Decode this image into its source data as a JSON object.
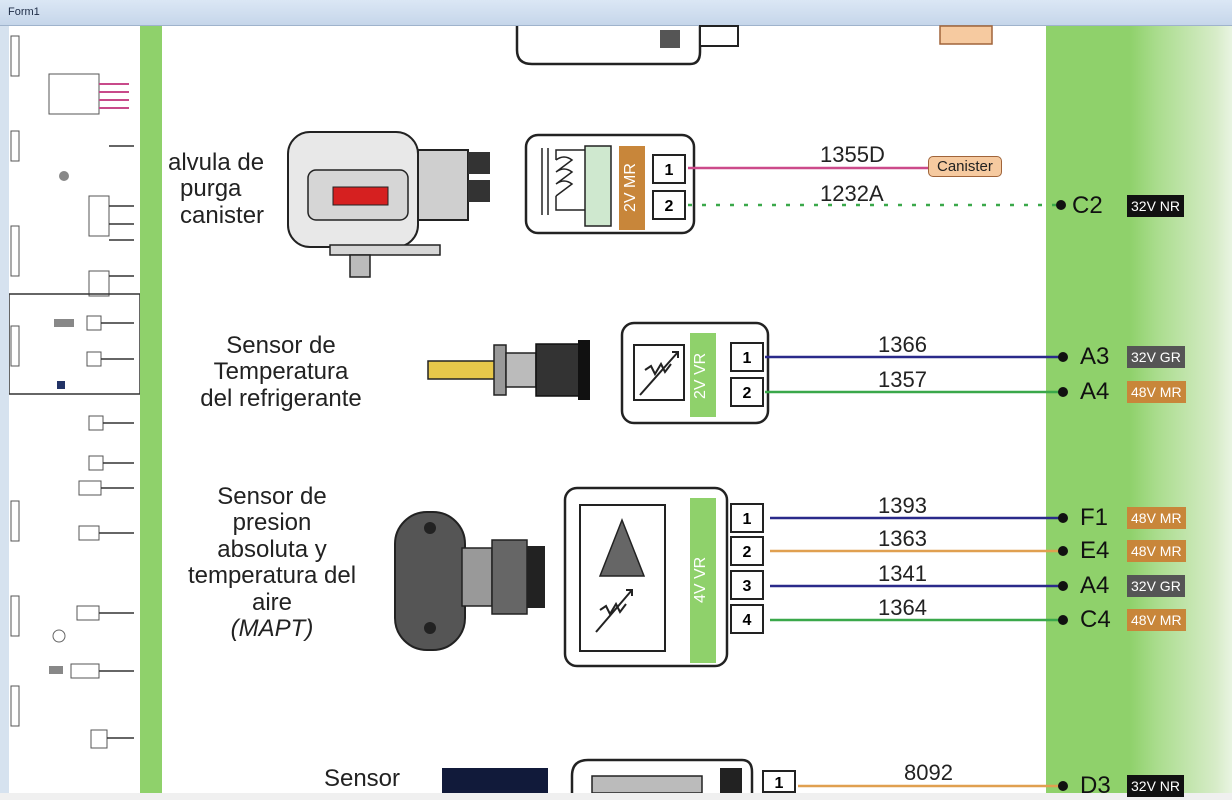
{
  "window": {
    "title": "Form1"
  },
  "diagram": {
    "components": [
      {
        "id": "canister",
        "label_lines": [
          "alvula de",
          "purga",
          "canister"
        ],
        "voltage_tag": "2V MR",
        "pins": [
          "1",
          "2"
        ],
        "wires": [
          {
            "pin": "1",
            "number": "1355D",
            "color": "#cc4a8a",
            "target_badge": "Canister"
          },
          {
            "pin": "2",
            "number": "1232A",
            "color": "#3aa84a",
            "dashed": true,
            "bus_pin": "C2",
            "bus_badge": "32V NR"
          }
        ]
      },
      {
        "id": "coolant-sensor",
        "label_lines": [
          "Sensor de",
          "Temperatura",
          "del refrigerante"
        ],
        "voltage_tag": "2V VR",
        "pins": [
          "1",
          "2"
        ],
        "wires": [
          {
            "pin": "1",
            "number": "1366",
            "color": "#2a2a8a",
            "bus_pin": "A3",
            "bus_badge": "32V GR"
          },
          {
            "pin": "2",
            "number": "1357",
            "color": "#3aa84a",
            "bus_pin": "A4",
            "bus_badge": "48V MR"
          }
        ]
      },
      {
        "id": "mapt-sensor",
        "label_lines": [
          "Sensor de",
          "presion",
          "absoluta y",
          "temperatura del",
          "aire"
        ],
        "label_italic": "(MAPT)",
        "voltage_tag": "4V VR",
        "pins": [
          "1",
          "2",
          "3",
          "4"
        ],
        "wires": [
          {
            "pin": "1",
            "number": "1393",
            "color": "#2a2a8a",
            "bus_pin": "F1",
            "bus_badge": "48V MR"
          },
          {
            "pin": "2",
            "number": "1363",
            "color": "#e0a050",
            "bus_pin": "E4",
            "bus_badge": "48V MR"
          },
          {
            "pin": "3",
            "number": "1341",
            "color": "#2a2a8a",
            "bus_pin": "A4",
            "bus_badge": "32V GR"
          },
          {
            "pin": "4",
            "number": "1364",
            "color": "#3aa84a",
            "bus_pin": "C4",
            "bus_badge": "48V MR"
          }
        ]
      },
      {
        "id": "bottom-sensor",
        "label_lines": [
          "Sensor"
        ],
        "pins": [
          "1"
        ],
        "wires": [
          {
            "pin": "1",
            "number": "8092",
            "color": "#e0a050",
            "bus_pin": "D3",
            "bus_badge": "32V NR"
          }
        ]
      }
    ]
  },
  "colors": {
    "bus_green": "#8fd16b",
    "badge_mr": "#c8863a",
    "badge_gr": "#555555",
    "badge_nr": "#111111"
  }
}
